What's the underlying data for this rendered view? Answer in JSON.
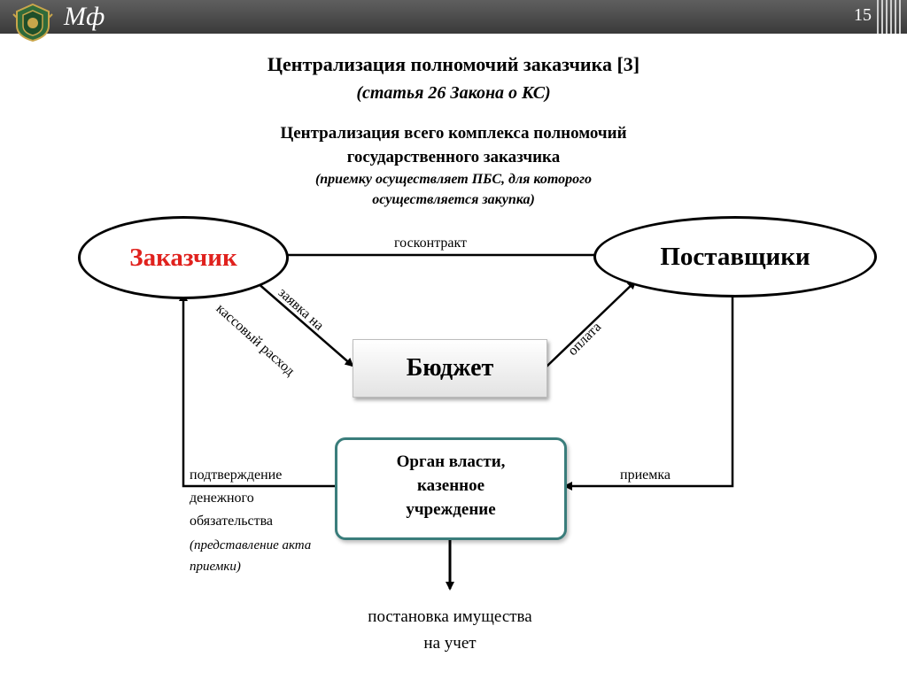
{
  "header": {
    "brand": "Мф",
    "slide_number": "15"
  },
  "title": {
    "main": "Централизация полномочий заказчика [3]",
    "subtitle": "(статья 26 Закона о КС)"
  },
  "section": {
    "line1": "Централизация всего комплекса полномочий",
    "line2": "государственного заказчика",
    "note_line1": "(приемку осуществляет ПБС, для которого",
    "note_line2": "осуществляется закупка)"
  },
  "nodes": {
    "customer": "Заказчик",
    "suppliers": "Поставщики",
    "budget": "Бюджет",
    "authority_line1": "Орган власти,",
    "authority_line2": "казенное",
    "authority_line3": "учреждение"
  },
  "edges": {
    "contract": "госконтракт",
    "request_line1": "заявка на",
    "request_line2": "кассовый расход",
    "payment": "оплата",
    "acceptance": "приемка",
    "confirm_line1": "подтверждение",
    "confirm_line2": "денежного",
    "confirm_line3": "обязательства",
    "confirm_note_line1": "(представление акта",
    "confirm_note_line2": "приемки)",
    "registration_line1": "постановка имущества",
    "registration_line2": "на учет"
  },
  "colors": {
    "customer_text": "#e0211d",
    "authority_border": "#3a7d7b",
    "header_bg": "#4a4a4a"
  }
}
